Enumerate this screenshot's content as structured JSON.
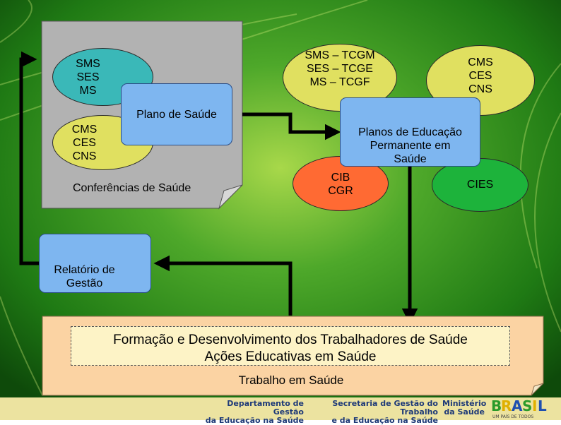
{
  "colors": {
    "background_green": "#2f8f1c",
    "gray_document": "#b2b2b2",
    "cyan_ellipse": "#3ab8b8",
    "yellow_ellipse": "#e0e060",
    "blue_box": "#7eb6f0",
    "orange_ellipse": "#ff6a33",
    "green_ellipse": "#1db33b",
    "peach_panel": "#fbd3a3",
    "footer_text": "#1e3a78"
  },
  "nodes": {
    "gestores_left": "SMS\nSES\nMS",
    "conselhos_left": "CMS\nCES\nCNS",
    "plano_saude": "Plano de Saúde",
    "conferencias": "Conferências de Saúde",
    "tcgm": "SMS – TCGM\nSES – TCGE\nMS – TCGF",
    "conselhos_right": "CMS\nCES\nCNS",
    "planos_educacao": "Planos de Educação\nPermanente em\nSaúde",
    "cib_cgr": "CIB\nCGR",
    "cies": "CIES",
    "relatorio": "Relatório de\nGestão"
  },
  "bottom_panel": {
    "line1": "Formação e Desenvolvimento dos Trabalhadores de Saúde",
    "line2": "Ações Educativas em Saúde",
    "line3": "Trabalho em Saúde"
  },
  "footer": {
    "dept": "Departamento de Gestão\nda Educação na Saúde",
    "secretaria": "Secretaria de Gestão do Trabalho\ne da Educação na Saúde",
    "ministerio": "Ministério\nda Saúde",
    "logo_word": "BRASIL",
    "logo_slogan": "UM PAÍS DE TODOS",
    "logo_icon": "brasil-logo"
  }
}
